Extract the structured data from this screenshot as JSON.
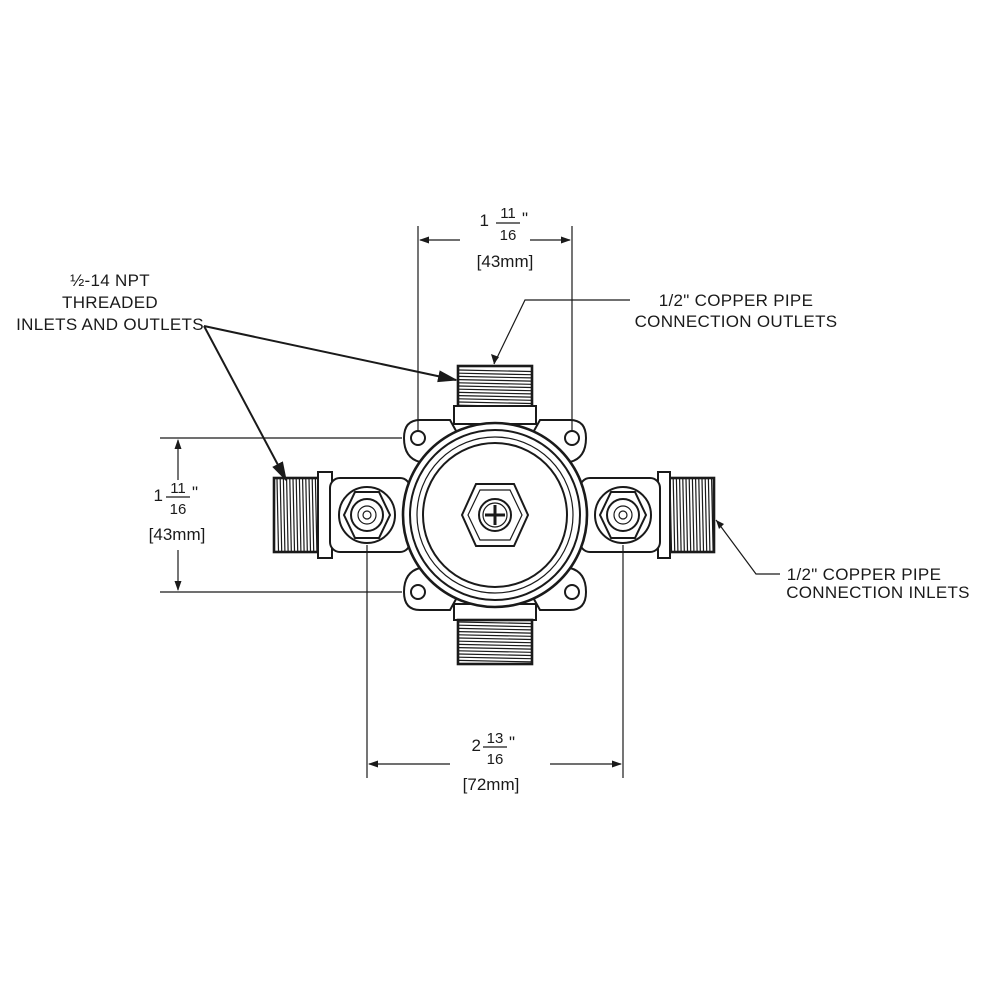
{
  "callouts": {
    "npt_line1": "½-14 NPT",
    "npt_line2": "THREADED",
    "npt_line3": "INLETS AND OUTLETS",
    "outlets_line1": "1/2\" COPPER PIPE",
    "outlets_line2": "CONNECTION OUTLETS",
    "inlets_line1": "1/2\" COPPER PIPE",
    "inlets_line2": "CONNECTION INLETS"
  },
  "dimensions": {
    "top": {
      "whole": "1",
      "num": "11",
      "den": "16",
      "inch": "\"",
      "metric": "[43mm]"
    },
    "left": {
      "whole": "1",
      "num": "11",
      "den": "16",
      "inch": "\"",
      "metric": "[43mm]"
    },
    "bottom": {
      "whole": "2",
      "num": "13",
      "den": "16",
      "inch": "\"",
      "metric": "[72mm]"
    }
  }
}
